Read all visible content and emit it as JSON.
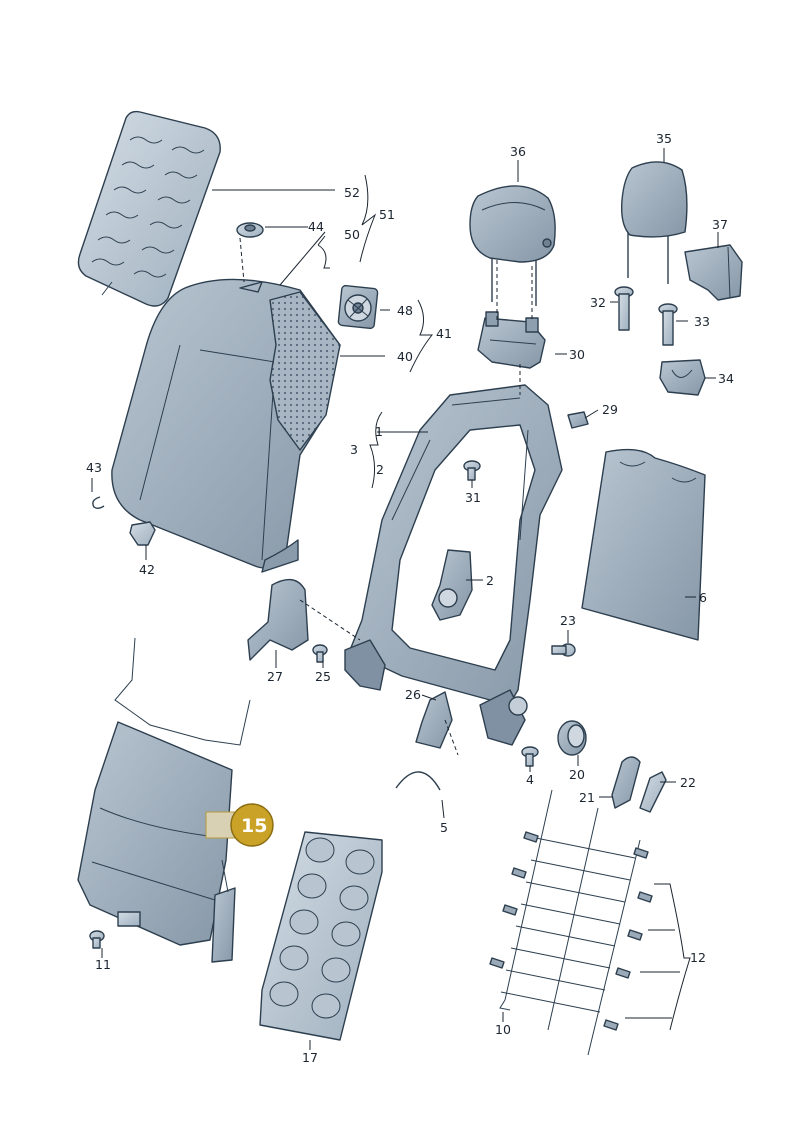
{
  "labels": {
    "p1": "1",
    "p2": "2",
    "p2b": "2",
    "p3": "3",
    "p4": "4",
    "p5": "5",
    "p6": "6",
    "p10": "10",
    "p11": "11",
    "p12": "12",
    "p15": "15",
    "p17": "17",
    "p20": "20",
    "p21": "21",
    "p22": "22",
    "p23": "23",
    "p25": "25",
    "p26": "26",
    "p27": "27",
    "p29": "29",
    "p30": "30",
    "p31": "31",
    "p32": "32",
    "p33": "33",
    "p34": "34",
    "p35": "35",
    "p36": "36",
    "p37": "37",
    "p40": "40",
    "p41": "41",
    "p42": "42",
    "p43": "43",
    "p44": "44",
    "p48": "48",
    "p50": "50",
    "p51": "51",
    "p52": "52"
  },
  "colors": {
    "part_fill": "#9aaab8",
    "part_light": "#c3ced8",
    "part_dark": "#6f8192",
    "outline": "#2d3f4f",
    "highlight": "#c9a227",
    "highlight_box": "#d8d1b4"
  }
}
